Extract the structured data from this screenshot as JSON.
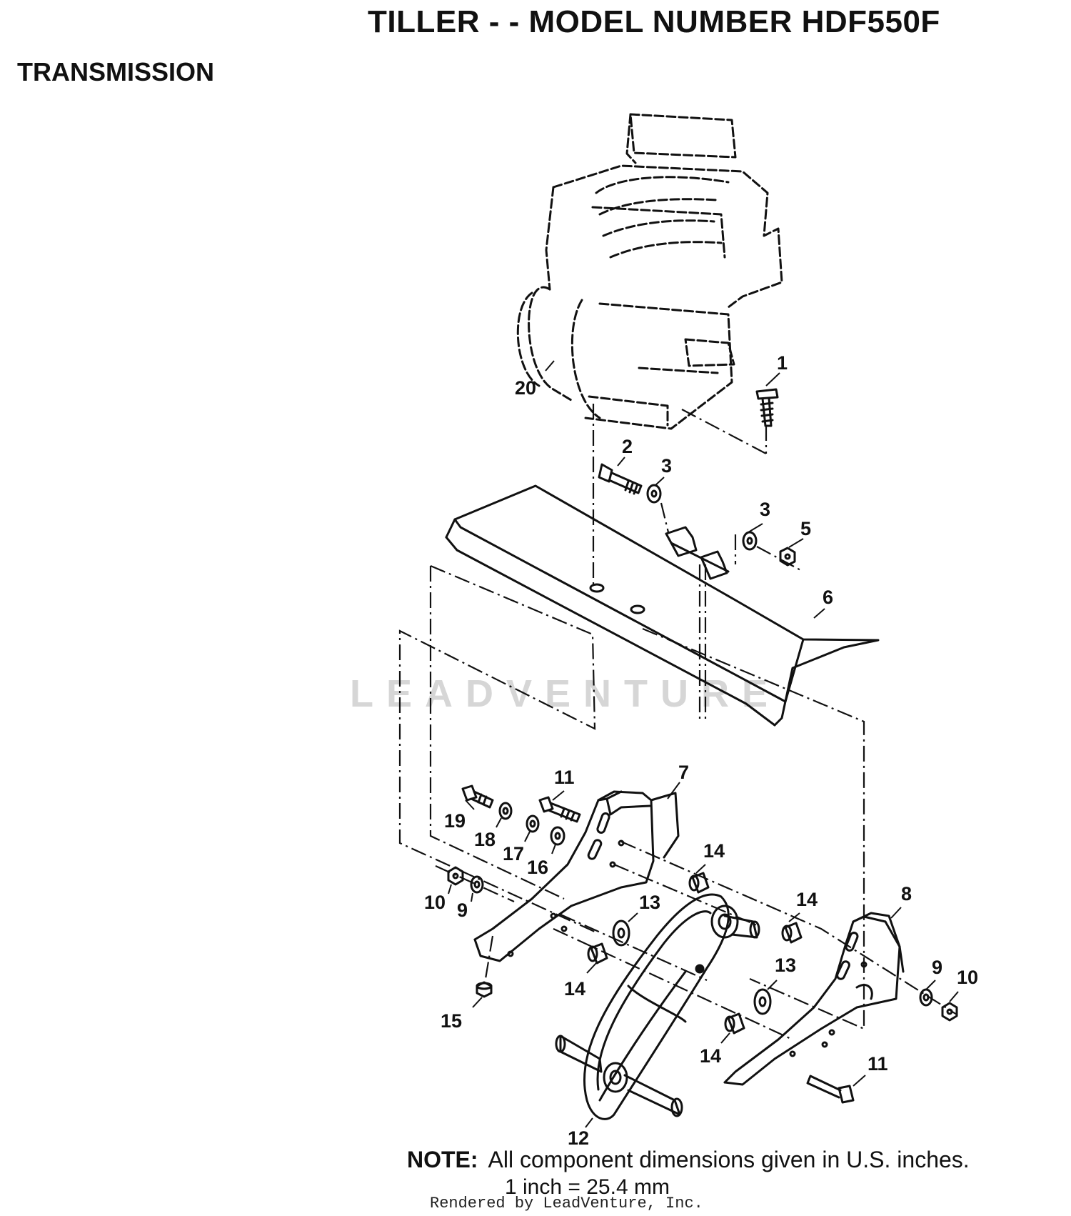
{
  "header": {
    "title": "TILLER - - MODEL NUMBER HDF550F",
    "section": "TRANSMISSION"
  },
  "callouts": [
    "20",
    "1",
    "2",
    "3",
    "3",
    "5",
    "6",
    "7",
    "11",
    "19",
    "18",
    "17",
    "16",
    "14",
    "10",
    "9",
    "13",
    "14",
    "8",
    "13",
    "9",
    "10",
    "14",
    "15",
    "14",
    "11",
    "12"
  ],
  "watermark": "LEADVENTURE",
  "note": {
    "label": "NOTE:",
    "text": "All component dimensions given in U.S. inches.",
    "conversion": "1 inch = 25.4 mm"
  },
  "credit": "Rendered by LeadVenture, Inc."
}
